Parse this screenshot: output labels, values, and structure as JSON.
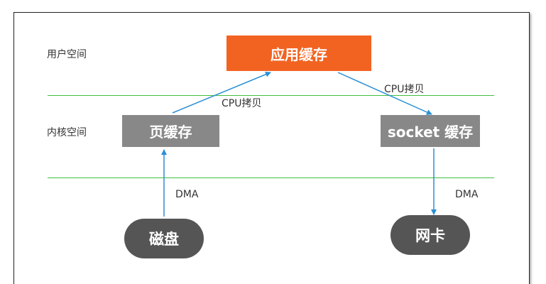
{
  "zones": {
    "user_space": "用户空间",
    "kernel_space": "内核空间"
  },
  "nodes": {
    "app_cache": "应用缓存",
    "page_cache": "页缓存",
    "socket_cache": "socket 缓存",
    "disk": "磁盘",
    "nic": "网卡"
  },
  "edges": {
    "cpu_copy_left": "CPU拷贝",
    "cpu_copy_right": "CPU拷贝",
    "dma_left": "DMA",
    "dma_right": "DMA"
  },
  "colors": {
    "app_cache": "#f26321",
    "kernel_box": "#888888",
    "device": "#555555",
    "separator": "#3fbf3f",
    "arrow": "#2a8fd4"
  }
}
